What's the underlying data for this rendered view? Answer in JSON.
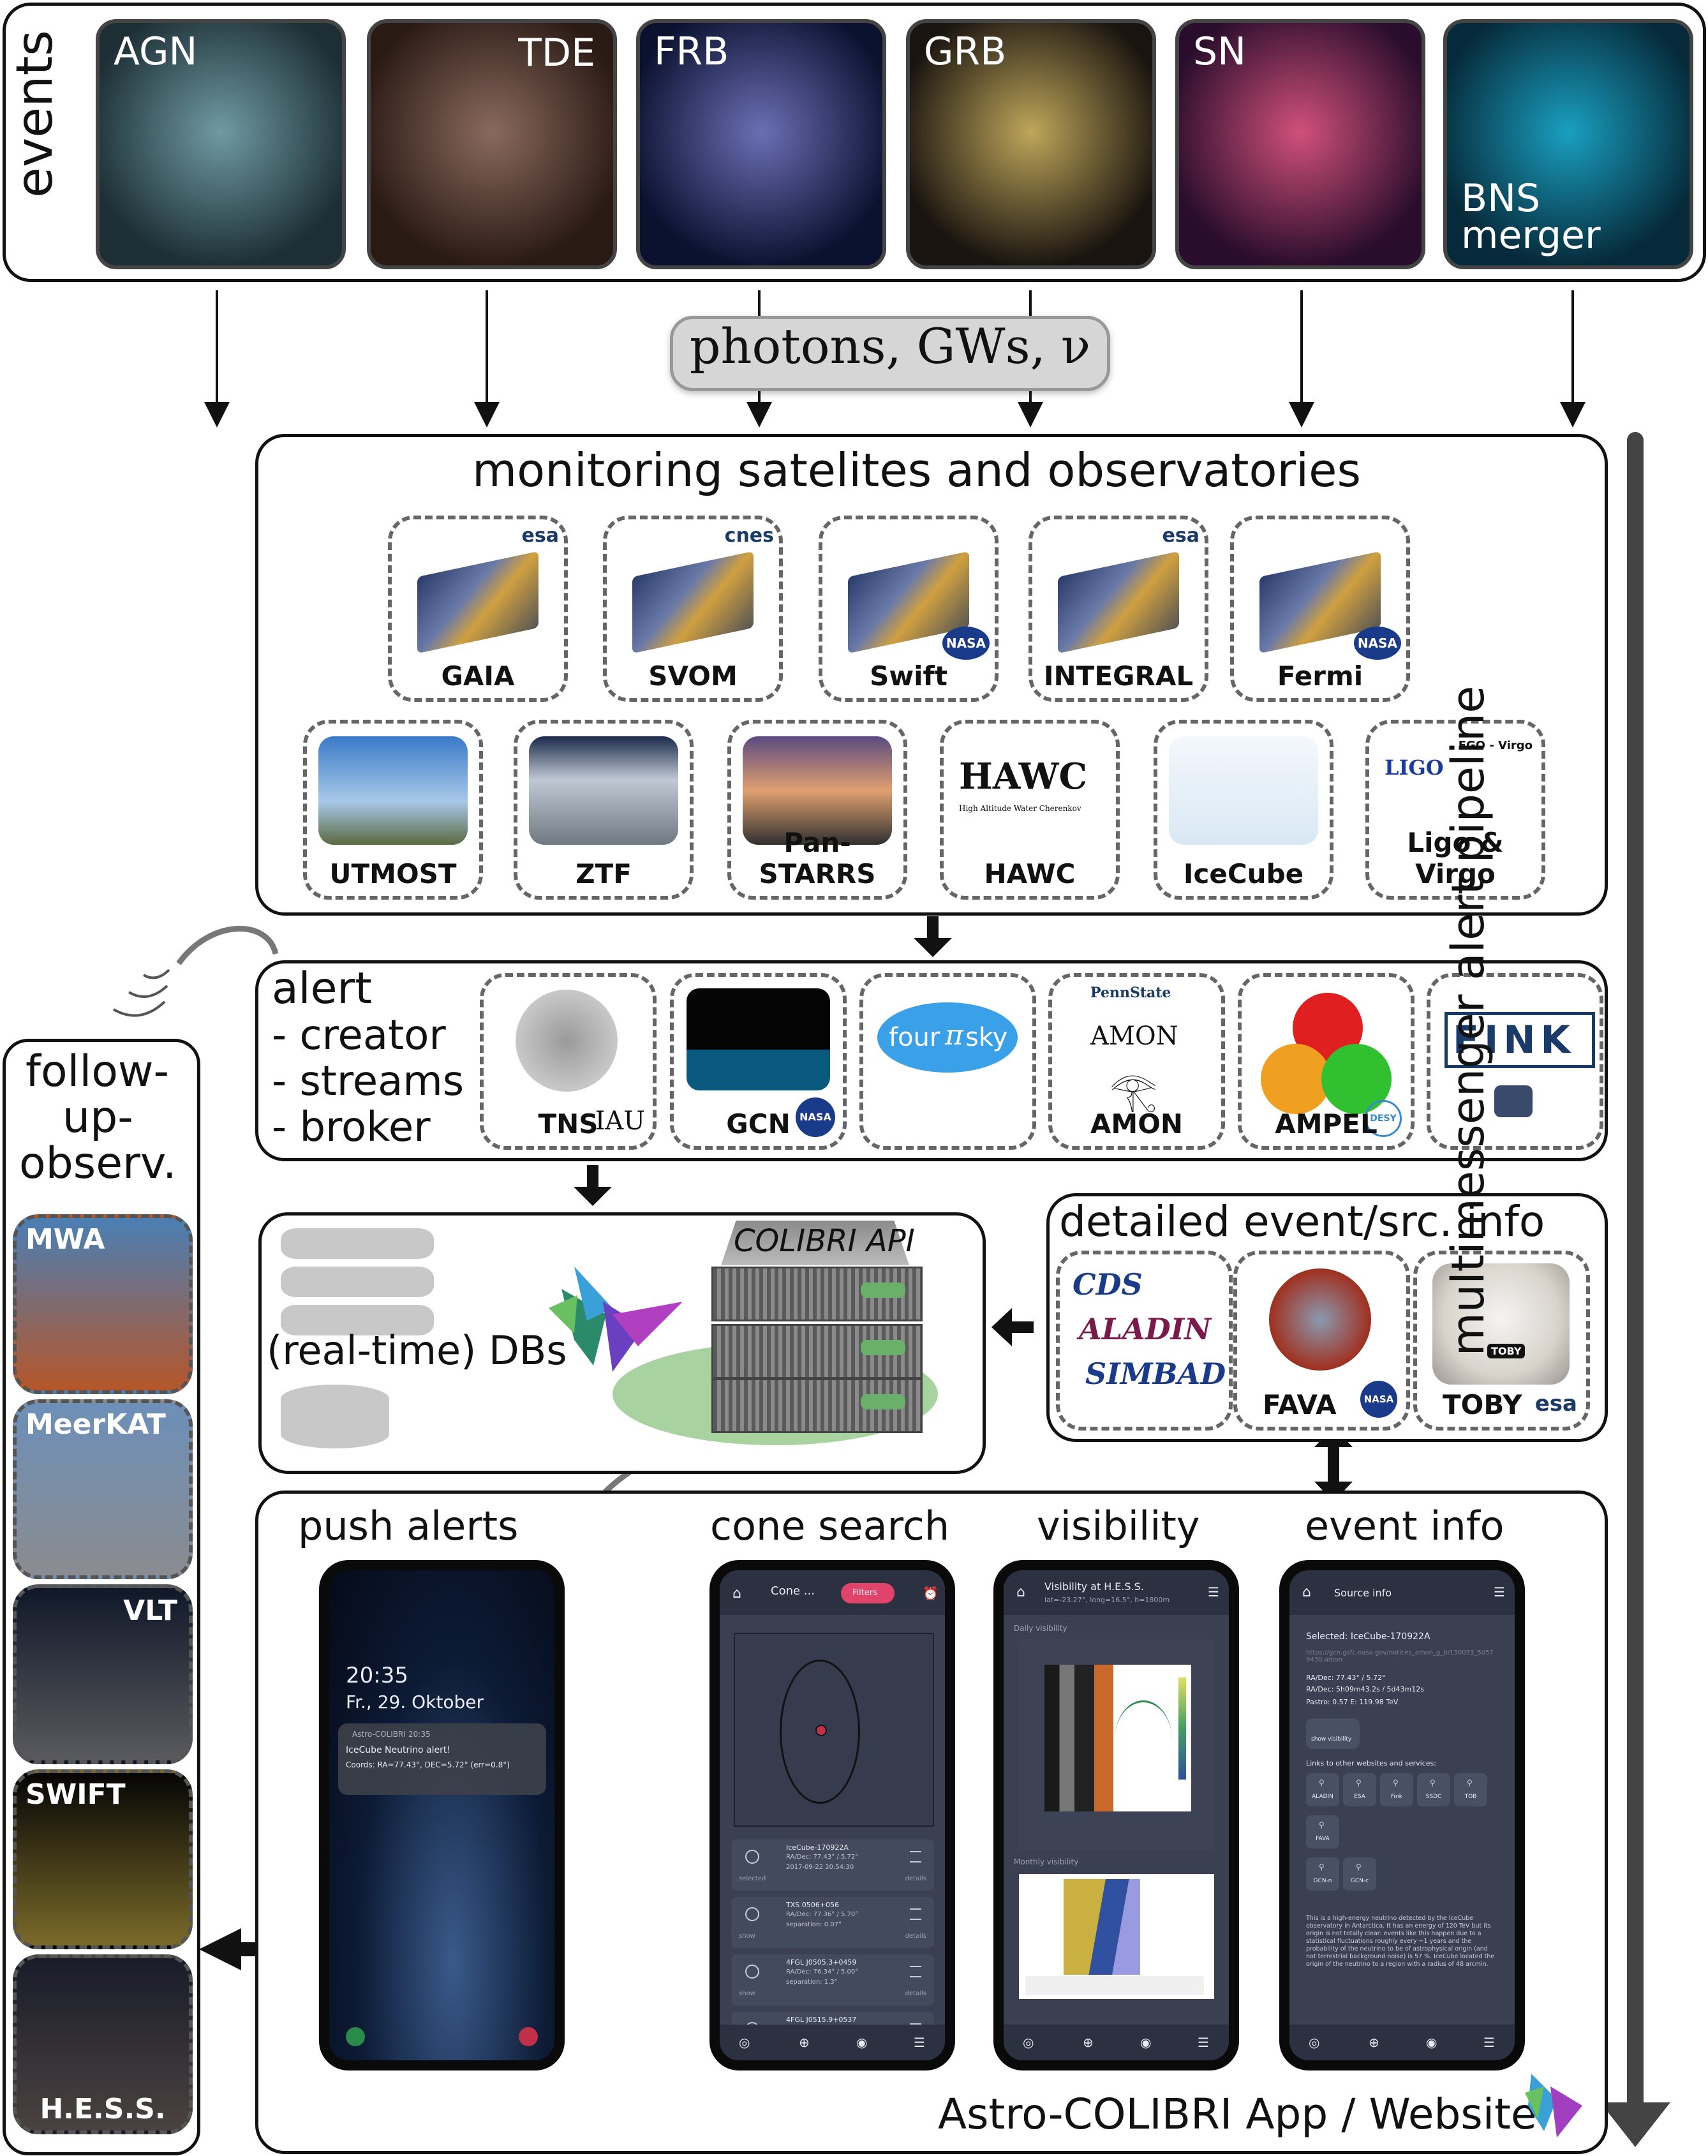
{
  "events": {
    "side_label": "events",
    "items": [
      {
        "label": "AGN",
        "colors": [
          "#1d2f35",
          "#6f9aa3"
        ]
      },
      {
        "label": "TDE",
        "colors": [
          "#2a1a14",
          "#8a6a5e"
        ]
      },
      {
        "label": "FRB",
        "colors": [
          "#0b1230",
          "#6a6fb5"
        ]
      },
      {
        "label": "GRB",
        "colors": [
          "#1a1410",
          "#bfa65a"
        ]
      },
      {
        "label": "SN",
        "colors": [
          "#2a0d2c",
          "#d0507a"
        ]
      },
      {
        "label": "BNS\nmerger",
        "colors": [
          "#062a3a",
          "#1a9fc0"
        ]
      }
    ]
  },
  "messengers": "photons, GWs, ν",
  "monitoring": {
    "title": "monitoring satelites and observatories",
    "row1": [
      {
        "name": "GAIA",
        "agency": "esa"
      },
      {
        "name": "SVOM",
        "agency": "cnes"
      },
      {
        "name": "Swift",
        "agency": "NASA"
      },
      {
        "name": "INTEGRAL",
        "agency": "esa"
      },
      {
        "name": "Fermi",
        "agency": "NASA"
      }
    ],
    "row2": [
      {
        "name": "UTMOST"
      },
      {
        "name": "ZTF"
      },
      {
        "name": "Pan-STARRS"
      },
      {
        "name": "HAWC",
        "logo": "HAWC",
        "logo_sub": "High Altitude Water Cherenkov"
      },
      {
        "name": "IceCube"
      },
      {
        "name": "Ligo & Virgo",
        "logo": "LIGO",
        "logo2": "EGO - Virgo"
      }
    ]
  },
  "alert": {
    "title": "alert",
    "lines": [
      "- creator",
      "- streams",
      "- broker"
    ],
    "tiles": [
      {
        "name": "TNS",
        "extra": "IAU"
      },
      {
        "name": "GCN",
        "extra": "NASA"
      },
      {
        "name": "",
        "logo": "four",
        "logo_pi": "π",
        "logo_sky": "sky"
      },
      {
        "name": "AMON",
        "extra": "PennState",
        "logo": "AMON"
      },
      {
        "name": "AMPEL",
        "extra": "DESY"
      },
      {
        "name": "",
        "logo": "FINK"
      }
    ]
  },
  "api": {
    "server_label": "COLIBRI API",
    "db_label": "(real-time) DBs"
  },
  "detail": {
    "title": "detailed event/src. info",
    "tiles": [
      {
        "name": "",
        "logo_lines": [
          "CDS",
          "ALADIN",
          "SIMBAD"
        ]
      },
      {
        "name": "FAVA",
        "extra": "NASA"
      },
      {
        "name": "TOBY",
        "extra": "esa",
        "badge": "TOBY"
      }
    ]
  },
  "followup": {
    "title_lines": [
      "follow-",
      "up-",
      "observ."
    ],
    "items": [
      {
        "label": "MWA",
        "colors": [
          "#4a7fb5",
          "#b5562a"
        ]
      },
      {
        "label": "MeerKAT",
        "colors": [
          "#6d8fb8",
          "#8a8c90"
        ]
      },
      {
        "label": "VLT",
        "colors": [
          "#101828",
          "#5a5a5e"
        ]
      },
      {
        "label": "SWIFT",
        "colors": [
          "#050505",
          "#7a6a2a"
        ]
      },
      {
        "label": "H.E.S.S.",
        "colors": [
          "#1a1c2a",
          "#4a4240"
        ]
      }
    ]
  },
  "app": {
    "sections": [
      "push alerts",
      "cone search",
      "visibility",
      "event info"
    ],
    "footer": "Astro-COLIBRI App / Website",
    "pipeline_label": "multimessenger alert pipeline",
    "push": {
      "time": "20:35",
      "date": "Fr., 29. Oktober",
      "notif_app": "Astro-COLIBRI",
      "notif_time": "20:35",
      "notif_title": "IceCube Neutrino alert!",
      "notif_body": "Coords: RA=77.43°, DEC=5.72° (err=0.8°)"
    },
    "cone": {
      "title": "Cone ...",
      "filter_btn": "Filters",
      "rows": [
        {
          "name": "IceCube-170922A",
          "l2": "RA/Dec: 77.43° / 5.72°",
          "l3": "2017-09-22  20:54:30",
          "left": "selected",
          "right": "details"
        },
        {
          "name": "TXS 0506+056",
          "l2": "RA/Dec: 77.36° / 5.70°",
          "l3": "separation: 0.07°",
          "left": "show",
          "right": "details"
        },
        {
          "name": "4FGL J0505.3+0459",
          "l2": "RA/Dec: 76.34° / 5.00°",
          "l3": "separation: 1.3°",
          "left": "show",
          "right": "details"
        },
        {
          "name": "4FGL J0515.9+0537",
          "l2": "",
          "l3": "",
          "left": "",
          "right": ""
        }
      ]
    },
    "visibility": {
      "title": "Visibility at H.E.S.S.",
      "subtitle": "lat=-23.27°, long=16.5°, h=1800m",
      "daily_label": "Daily visibility",
      "monthly_label": "Monthly visibility"
    },
    "info": {
      "title": "Source info",
      "selected": "Selected: IceCube-170922A",
      "link": "https://gcn.gsfc.nasa.gov/notices_amon_g_b/130033_50579430.amon",
      "radec": "RA/Dec: 77.43° / 5.72°",
      "radec2": "RA/Dec: 5h09m43.2s / 5d43m12s",
      "extra": "Pastro: 0.57   E: 119.98 TeV",
      "show_btn": "show visibility",
      "links_label": "Links to other websites and services:",
      "buttons": [
        "ALADIN",
        "ESA",
        "Fink",
        "SSDC",
        "TOB",
        "FAVA",
        "GCN-n",
        "GCN-c"
      ],
      "desc": "This is a high-energy neutrino detected by the IceCube observatory in Antarctica. It has an energy of 120 TeV but its origin is not totally clear: events like this happen due to a statistical fluctuations roughly every ~1 years and the probability of the neutrino to be of astrophysical origin (and not terrestrial background noise) is 57 %. IceCube located the origin of the neutrino to a region with a radius of 48 arcmin."
    }
  }
}
